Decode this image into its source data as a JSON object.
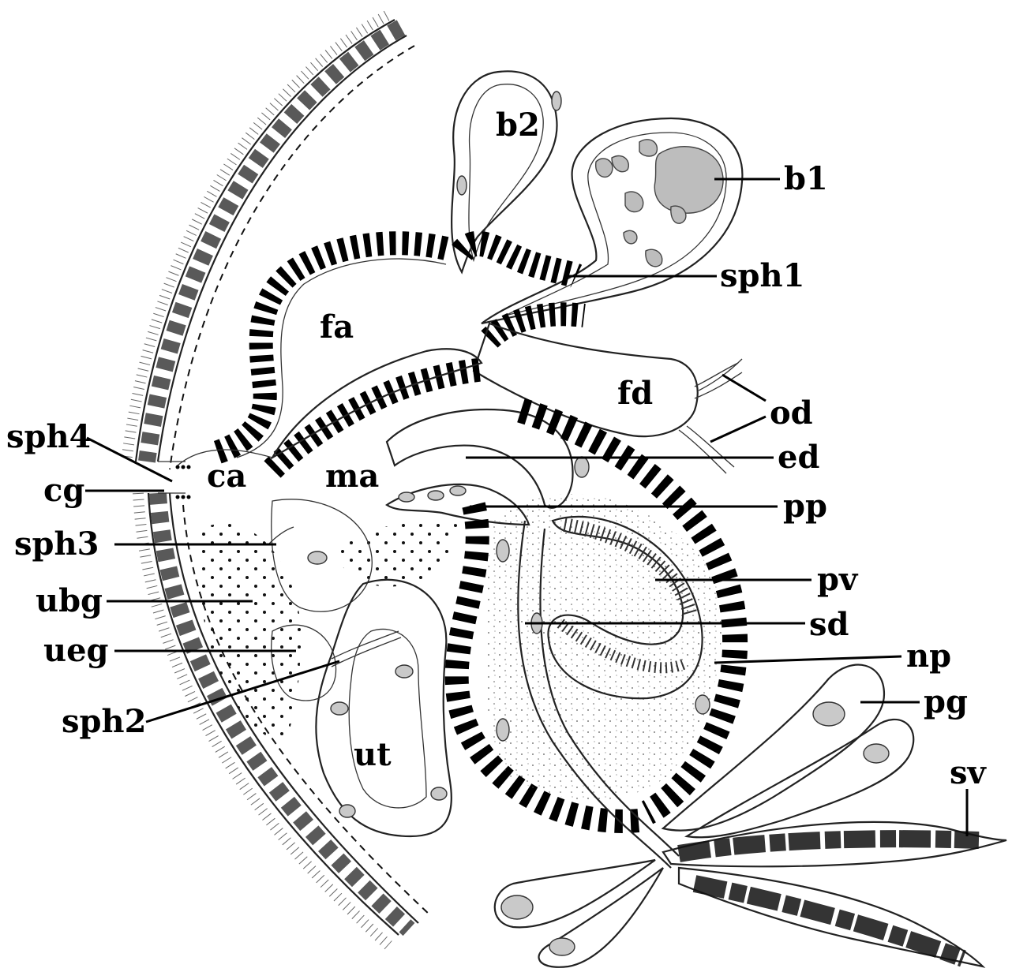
{
  "labels": {
    "b2": "b2",
    "b1": "b1",
    "sph1": "sph1",
    "fa": "fa",
    "fd": "fd",
    "od": "od",
    "ed": "ed",
    "sph4": "sph4",
    "ca": "ca",
    "ma": "ma",
    "cg": "cg",
    "pp": "pp",
    "sph3": "sph3",
    "pv": "pv",
    "ubg": "ubg",
    "sd": "sd",
    "ueg": "ueg",
    "np": "np",
    "pg": "pg",
    "sph2": "sph2",
    "ut": "ut",
    "sv": "sv"
  },
  "colors": {
    "ink": "#000000",
    "nucleus_fill": "#c9c9c9",
    "background": "#ffffff"
  }
}
